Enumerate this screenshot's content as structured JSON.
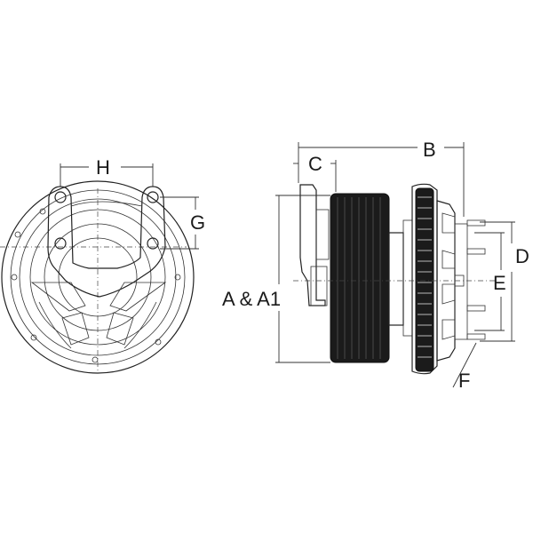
{
  "labels": {
    "h": "H",
    "g": "G",
    "c": "C",
    "b": "B",
    "d": "D",
    "e": "E",
    "f": "F",
    "a": "A & A1"
  },
  "colors": {
    "line": "#222222",
    "fill": "#1b1b1b",
    "background": "#ffffff"
  }
}
